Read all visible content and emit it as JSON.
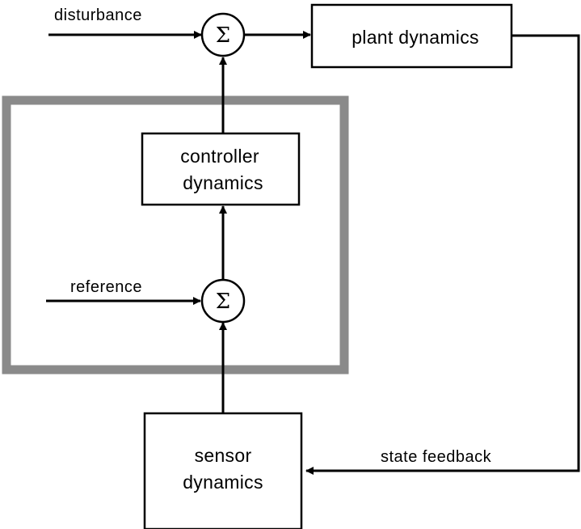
{
  "colors": {
    "line": "#000000",
    "controller_frame": "#8a8a8a",
    "background": "#ffffff"
  },
  "signals": {
    "disturbance": "disturbance",
    "reference": "reference",
    "state_feedback": "state feedback"
  },
  "blocks": {
    "plant": {
      "line1": "plant dynamics"
    },
    "controller": {
      "line1": "controller",
      "line2": "dynamics"
    },
    "sensor": {
      "line1": "sensor",
      "line2": "dynamics"
    }
  },
  "summing_junctions": {
    "top": {
      "symbol": "Σ"
    },
    "bottom": {
      "symbol": "Σ"
    }
  }
}
